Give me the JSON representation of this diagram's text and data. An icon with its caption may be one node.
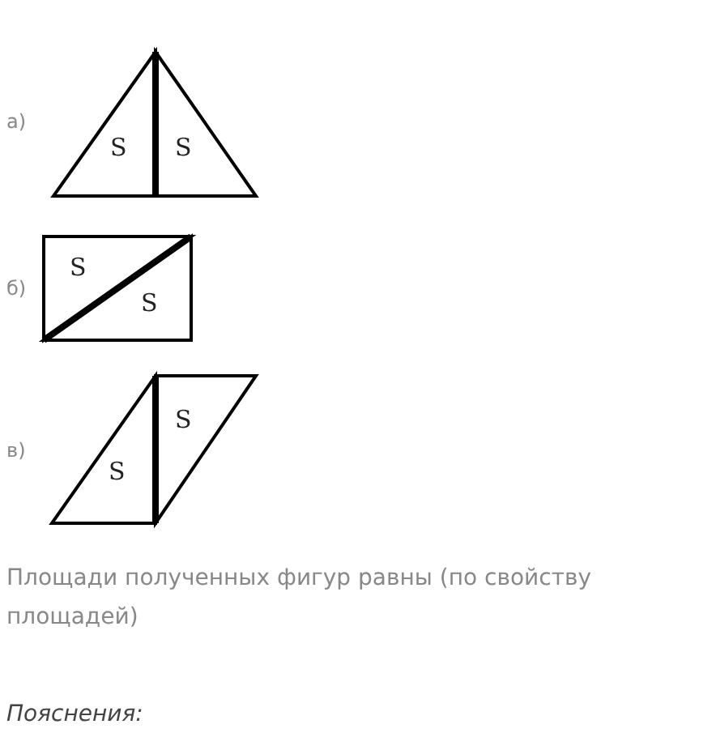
{
  "diagram": {
    "nodes": [
      {
        "text": [
          "S"
        ]
      },
      {
        "text": [
          "S"
        ]
      },
      {
        "text": [
          "S"
        ]
      },
      {
        "text": [
          "S"
        ]
      },
      {
        "text": [
          "S"
        ]
      },
      {
        "text": [
          "S"
        ]
      }
    ],
    "labels": [
      "а)",
      "б)",
      "в)",
      "Площади полученных фигур равны (по свойству площадей)",
      "Пояснения:"
    ]
  }
}
